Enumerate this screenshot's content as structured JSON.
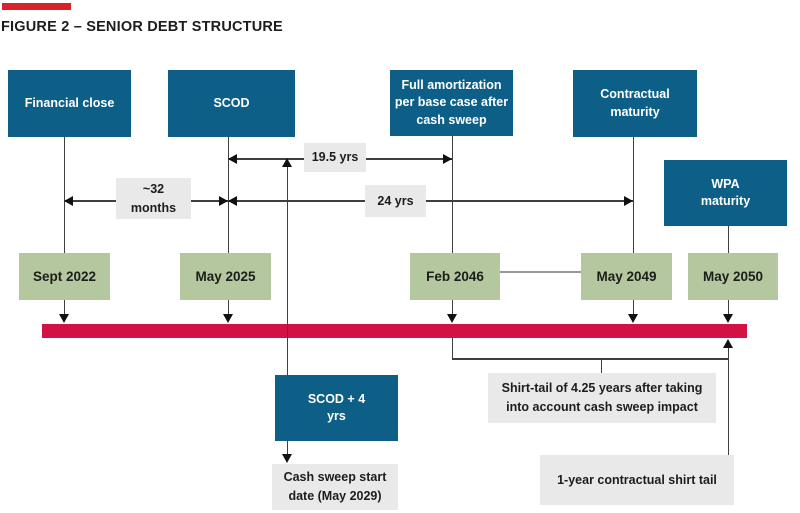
{
  "figure": {
    "title": "FIGURE 2 – SENIOR DEBT STRUCTURE"
  },
  "milestones": {
    "financial_close": "Financial close",
    "scod": "SCOD",
    "full_amortization": "Full amortization per base case after cash sweep",
    "contractual_maturity": "Contractual maturity",
    "wpa_maturity": "WPA maturity",
    "scod_plus_4yrs": "SCOD + 4 yrs"
  },
  "dates": {
    "financial_close": "Sept 2022",
    "scod": "May 2025",
    "full_amortization": "Feb 2046",
    "contractual_maturity": "May 2049",
    "wpa_maturity": "May 2050"
  },
  "durations": {
    "financial_close_to_scod": "~32 months",
    "scod_to_full_amortization": "19.5 yrs",
    "scod_to_contractual_maturity": "24 yrs"
  },
  "notes": {
    "cash_sweep_start": "Cash sweep start date (May 2029)",
    "shirt_tail_cash_sweep": "Shirt-tail of 4.25 years after taking into account cash sweep impact",
    "shirt_tail_contractual": "1-year contractual shirt tail"
  },
  "colors": {
    "accent_red": "#d8232a",
    "timeline_red": "#d11243",
    "milestone_blue": "#0e5f87",
    "date_green": "#b5c79e",
    "label_gray": "#e9e9e9"
  }
}
